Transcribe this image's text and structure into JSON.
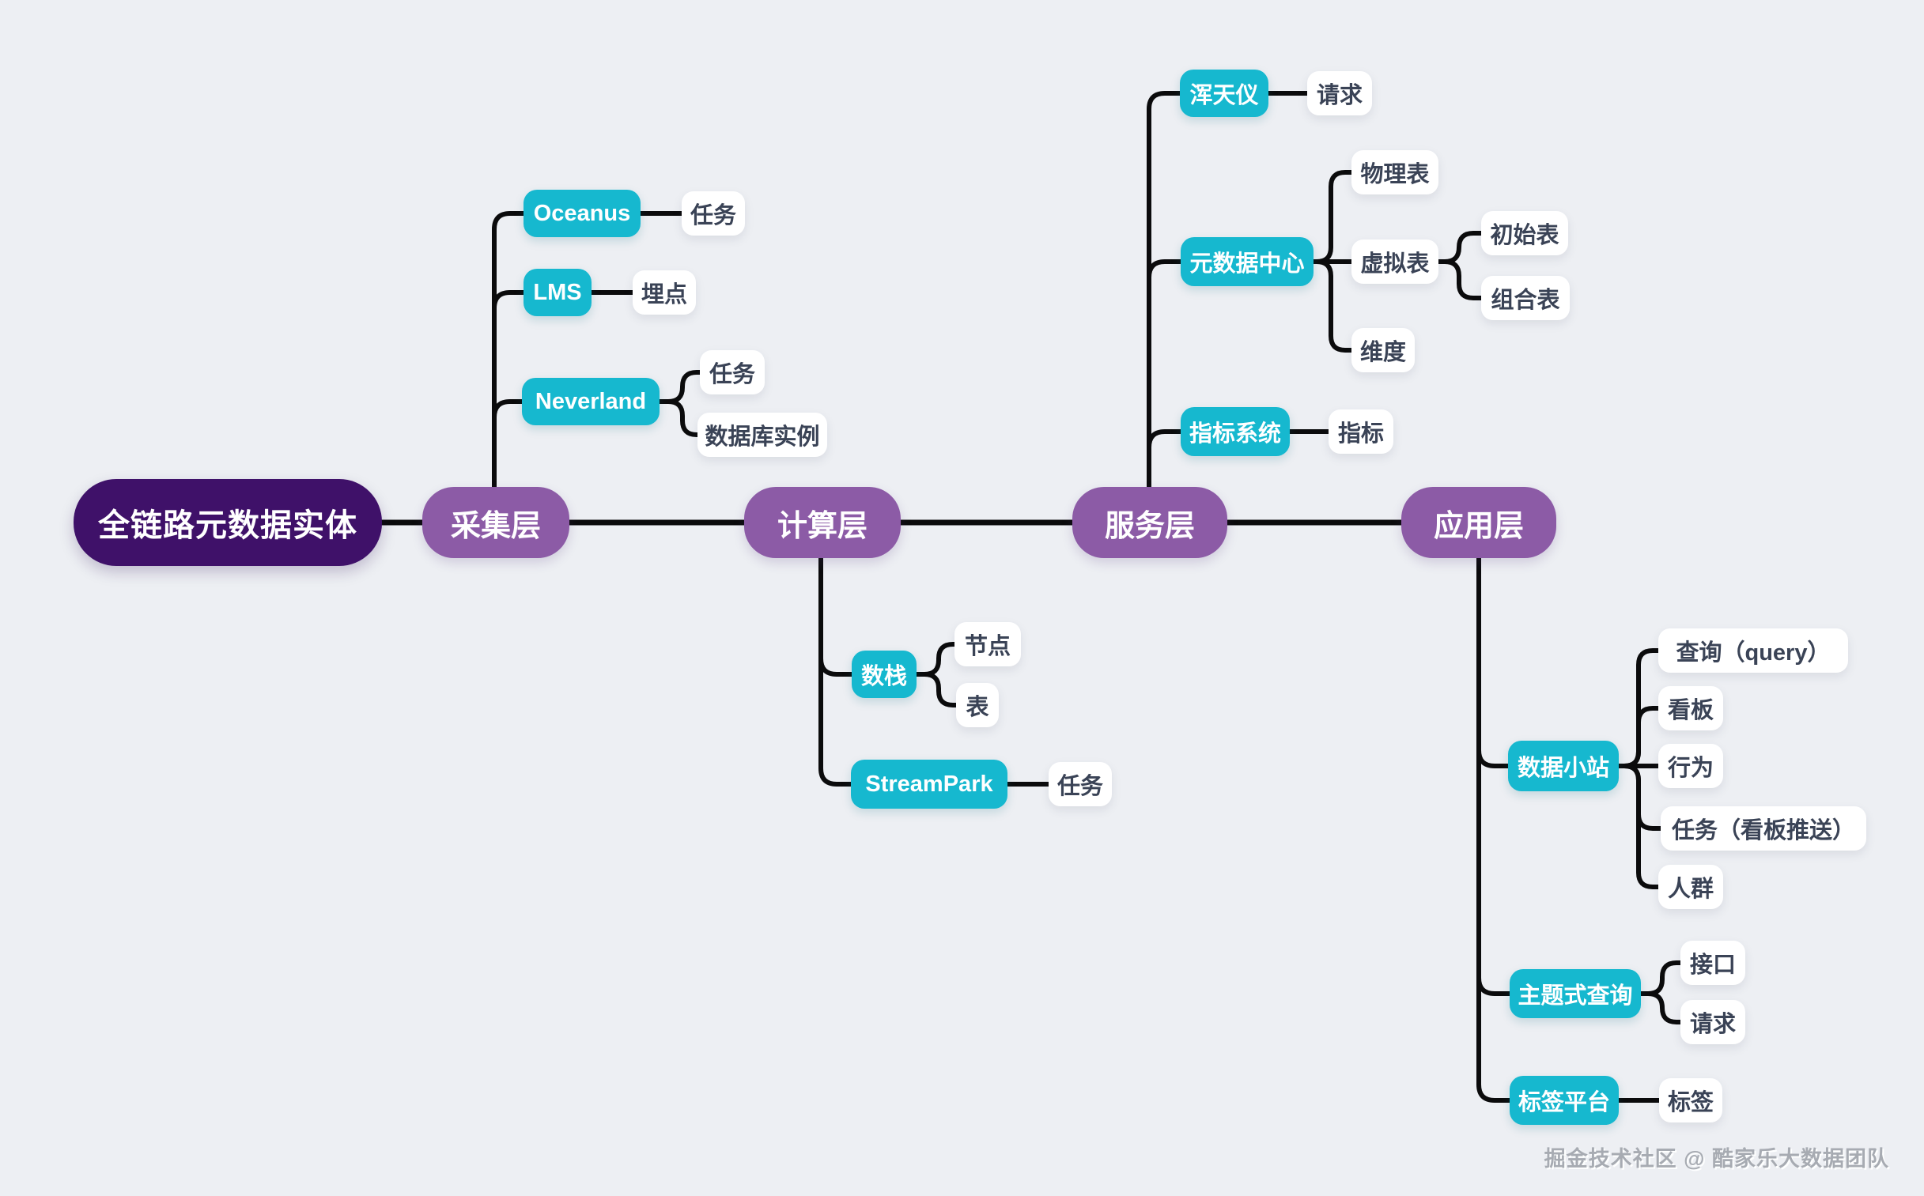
{
  "palette": {
    "background": "#edeff3",
    "root_fill": "#3f1169",
    "layer_fill": "#8c5ba6",
    "platform_fill": "#16b8cf",
    "leaf_fill": "#ffffff",
    "node_text": "#ffffff",
    "leaf_text": "#3a4356",
    "line_color": "#0b0b0c",
    "watermark_text": "#a7abb2"
  },
  "watermark": {
    "text": "掘金技术社区 @ 酷家乐大数据团队"
  },
  "diagram": {
    "nodes": [
      {
        "id": "root",
        "name": "root-topic",
        "kind": "root",
        "parent": null,
        "label": "全链路元数据实体"
      },
      {
        "id": "caiji",
        "name": "layer-collection",
        "kind": "layer",
        "parent": "root",
        "label": "采集层"
      },
      {
        "id": "oceanus",
        "name": "platform-oceanus",
        "kind": "platform",
        "parent": "caiji",
        "label": "Oceanus"
      },
      {
        "id": "oc_renwu",
        "name": "leaf-oceanus-task",
        "kind": "leaf",
        "parent": "oceanus",
        "label": "任务"
      },
      {
        "id": "lms",
        "name": "platform-lms",
        "kind": "platform",
        "parent": "caiji",
        "label": "LMS"
      },
      {
        "id": "lms_maidian",
        "name": "leaf-lms-tracking-point",
        "kind": "leaf",
        "parent": "lms",
        "label": "埋点"
      },
      {
        "id": "neverland",
        "name": "platform-neverland",
        "kind": "platform",
        "parent": "caiji",
        "label": "Neverland"
      },
      {
        "id": "nl_renwu",
        "name": "leaf-neverland-task",
        "kind": "leaf",
        "parent": "neverland",
        "label": "任务"
      },
      {
        "id": "nl_db",
        "name": "leaf-neverland-database-instance",
        "kind": "leaf",
        "parent": "neverland",
        "label": "数据库实例"
      },
      {
        "id": "jisuan",
        "name": "layer-computing",
        "kind": "layer",
        "parent": "root",
        "label": "计算层"
      },
      {
        "id": "shuzhan",
        "name": "platform-data-stack",
        "kind": "platform",
        "parent": "jisuan",
        "label": "数栈"
      },
      {
        "id": "sz_jiedian",
        "name": "leaf-data-stack-node",
        "kind": "leaf",
        "parent": "shuzhan",
        "label": "节点"
      },
      {
        "id": "sz_biao",
        "name": "leaf-data-stack-table",
        "kind": "leaf",
        "parent": "shuzhan",
        "label": "表"
      },
      {
        "id": "streampark",
        "name": "platform-streampark",
        "kind": "platform",
        "parent": "jisuan",
        "label": "StreamPark"
      },
      {
        "id": "sp_renwu",
        "name": "leaf-streampark-task",
        "kind": "leaf",
        "parent": "streampark",
        "label": "任务"
      },
      {
        "id": "fuwu",
        "name": "layer-service",
        "kind": "layer",
        "parent": "root",
        "label": "服务层"
      },
      {
        "id": "huntianyi",
        "name": "platform-huntianyi",
        "kind": "platform",
        "parent": "fuwu",
        "label": "浑天仪"
      },
      {
        "id": "hty_qingqiu",
        "name": "leaf-huntianyi-request",
        "kind": "leaf",
        "parent": "huntianyi",
        "label": "请求"
      },
      {
        "id": "yuanshuju",
        "name": "platform-metadata-center",
        "kind": "platform",
        "parent": "fuwu",
        "label": "元数据中心"
      },
      {
        "id": "wuli_biao",
        "name": "leaf-physical-table",
        "kind": "leaf",
        "parent": "yuanshuju",
        "label": "物理表"
      },
      {
        "id": "xuni_biao",
        "name": "leaf-virtual-table",
        "kind": "leaf",
        "parent": "yuanshuju",
        "label": "虚拟表"
      },
      {
        "id": "chushi_biao",
        "name": "leaf-initial-table",
        "kind": "leaf",
        "parent": "xuni_biao",
        "label": "初始表"
      },
      {
        "id": "zuhe_biao",
        "name": "leaf-composite-table",
        "kind": "leaf",
        "parent": "xuni_biao",
        "label": "组合表"
      },
      {
        "id": "weidu",
        "name": "leaf-dimension",
        "kind": "leaf",
        "parent": "yuanshuju",
        "label": "维度"
      },
      {
        "id": "zhibiao_xitong",
        "name": "platform-metric-system",
        "kind": "platform",
        "parent": "fuwu",
        "label": "指标系统"
      },
      {
        "id": "zhibiao",
        "name": "leaf-metric",
        "kind": "leaf",
        "parent": "zhibiao_xitong",
        "label": "指标"
      },
      {
        "id": "yingyong",
        "name": "layer-application",
        "kind": "layer",
        "parent": "root",
        "label": "应用层"
      },
      {
        "id": "xiaozhan",
        "name": "platform-data-station",
        "kind": "platform",
        "parent": "yingyong",
        "label": "数据小站"
      },
      {
        "id": "query",
        "name": "leaf-query",
        "kind": "leaf",
        "parent": "xiaozhan",
        "label": "查询（query）"
      },
      {
        "id": "kanban",
        "name": "leaf-dashboard",
        "kind": "leaf",
        "parent": "xiaozhan",
        "label": "看板"
      },
      {
        "id": "xingwei",
        "name": "leaf-behavior",
        "kind": "leaf",
        "parent": "xiaozhan",
        "label": "行为"
      },
      {
        "id": "renwu_tuisong",
        "name": "leaf-task-dashboard-push",
        "kind": "leaf",
        "parent": "xiaozhan",
        "label": "任务（看板推送）"
      },
      {
        "id": "renqun",
        "name": "leaf-crowd",
        "kind": "leaf",
        "parent": "xiaozhan",
        "label": "人群"
      },
      {
        "id": "zhuti",
        "name": "platform-topic-query",
        "kind": "platform",
        "parent": "yingyong",
        "label": "主题式查询"
      },
      {
        "id": "jiekou",
        "name": "leaf-interface",
        "kind": "leaf",
        "parent": "zhuti",
        "label": "接口"
      },
      {
        "id": "zt_qingqiu",
        "name": "leaf-topic-query-request",
        "kind": "leaf",
        "parent": "zhuti",
        "label": "请求"
      },
      {
        "id": "biaoqian_pt",
        "name": "platform-tag-platform",
        "kind": "platform",
        "parent": "yingyong",
        "label": "标签平台"
      },
      {
        "id": "biaoqian",
        "name": "leaf-tag",
        "kind": "leaf",
        "parent": "biaoqian_pt",
        "label": "标签"
      }
    ]
  }
}
